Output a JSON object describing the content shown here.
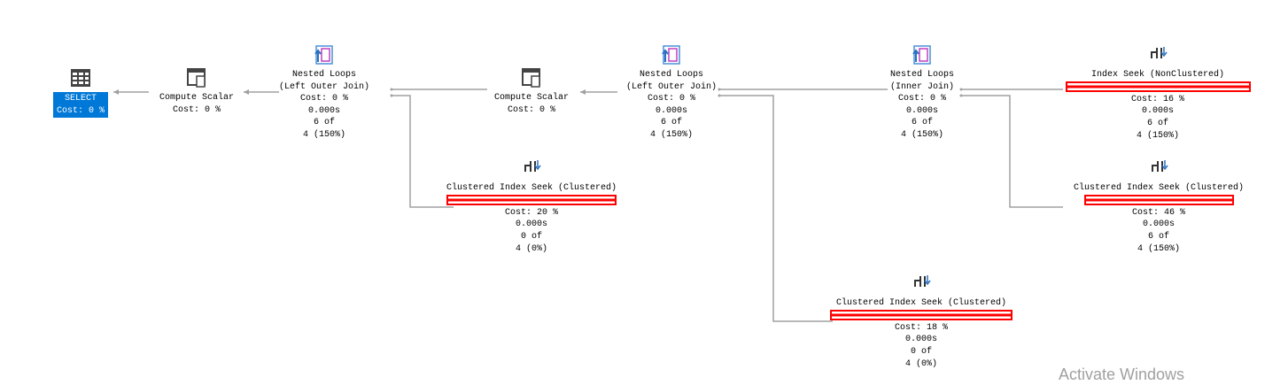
{
  "nodes": {
    "select": {
      "title": "SELECT",
      "cost": "Cost: 0 %"
    },
    "compute1": {
      "title": "Compute Scalar",
      "cost": "Cost: 0 %"
    },
    "nl1": {
      "title": "Nested Loops",
      "subtitle": "(Left Outer Join)",
      "cost": "Cost: 0 %",
      "time": "0.000s",
      "rows": "6 of",
      "est": "4 (150%)"
    },
    "cis1": {
      "title": "Clustered Index Seek (Clustered)",
      "cost": "Cost: 20 %",
      "time": "0.000s",
      "rows": "0 of",
      "est": "4 (0%)"
    },
    "compute2": {
      "title": "Compute Scalar",
      "cost": "Cost: 0 %"
    },
    "nl2": {
      "title": "Nested Loops",
      "subtitle": "(Left Outer Join)",
      "cost": "Cost: 0 %",
      "time": "0.000s",
      "rows": "6 of",
      "est": "4 (150%)"
    },
    "nl3": {
      "title": "Nested Loops",
      "subtitle": "(Inner Join)",
      "cost": "Cost: 0 %",
      "time": "0.000s",
      "rows": "6 of",
      "est": "4 (150%)"
    },
    "isnc": {
      "title": "Index Seek (NonClustered)",
      "cost": "Cost: 16 %",
      "time": "0.000s",
      "rows": "6 of",
      "est": "4 (150%)"
    },
    "cis2": {
      "title": "Clustered Index Seek (Clustered)",
      "cost": "Cost: 46 %",
      "time": "0.000s",
      "rows": "6 of",
      "est": "4 (150%)"
    },
    "cis3": {
      "title": "Clustered Index Seek (Clustered)",
      "cost": "Cost: 18 %",
      "time": "0.000s",
      "rows": "0 of",
      "est": "4 (0%)"
    }
  },
  "watermark": "Activate Windows",
  "colors": {
    "selected": "#0078d7",
    "redaction": "#ff0000",
    "link": "#a0a0a0"
  }
}
